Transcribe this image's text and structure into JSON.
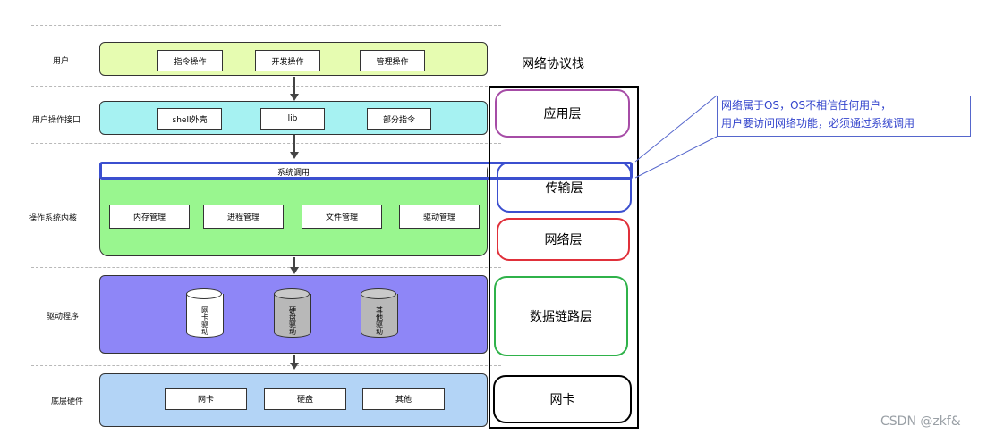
{
  "rows": {
    "user": {
      "label": "用户",
      "boxes": [
        "指令操作",
        "开发操作",
        "管理操作"
      ]
    },
    "user_interface": {
      "label": "用户操作接口",
      "boxes": [
        "shell外壳",
        "lib",
        "部分指令"
      ]
    },
    "kernel": {
      "label": "操作系统内核",
      "syscall": "系统调用",
      "boxes": [
        "内存管理",
        "进程管理",
        "文件管理",
        "驱动管理"
      ]
    },
    "drivers": {
      "label": "驱动程序",
      "cylinders": [
        "网卡驱动",
        "硬盘驱动",
        "其他驱动"
      ]
    },
    "hardware": {
      "label": "底层硬件",
      "boxes": [
        "网卡",
        "硬盘",
        "其他"
      ]
    }
  },
  "stack": {
    "title": "网络协议栈",
    "layers": [
      {
        "label": "应用层",
        "color": "#a64ca6"
      },
      {
        "label": "传输层",
        "color": "#3b4fcf"
      },
      {
        "label": "网络层",
        "color": "#e0303a"
      },
      {
        "label": "数据链路层",
        "color": "#2fb24a"
      },
      {
        "label": "网卡",
        "color": "#000000"
      }
    ]
  },
  "note": {
    "line1": "网络属于OS，OS不相信任何用户，",
    "line2": "用户要访问网络功能，必须通过系统调用"
  },
  "watermark": "CSDN @zkf&",
  "colors": {
    "user_band": "#e6fcb1",
    "interface_band": "#a6f2f2",
    "kernel_band": "#99f68f",
    "driver_band": "#8e86f7",
    "hardware_band": "#b3d4f6",
    "highlight": "#3b4fcf"
  }
}
